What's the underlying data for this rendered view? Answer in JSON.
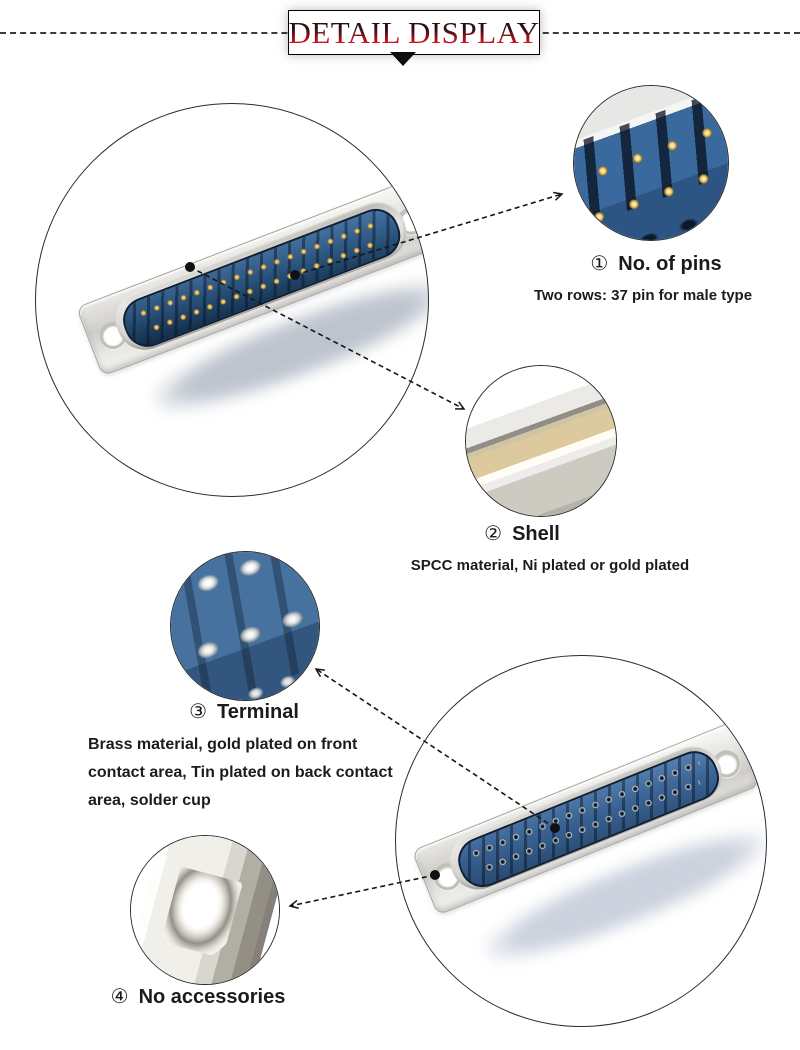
{
  "header": {
    "title": "DETAIL DISPLAY"
  },
  "callouts": [
    {
      "num": "①",
      "label": "No. of pins",
      "desc_lines": [
        "Two rows: 37 pin for male type"
      ]
    },
    {
      "num": "②",
      "label": "Shell",
      "desc_lines": [
        "SPCC material, Ni plated or gold plated"
      ]
    },
    {
      "num": "③",
      "label": "Terminal",
      "desc_lines": [
        "Brass material, gold plated on front",
        "contact area, Tin plated on back contact",
        "area, solder cup"
      ]
    },
    {
      "num": "④",
      "label": "No accessories",
      "desc_lines": []
    }
  ],
  "colors": {
    "title_red": "#d31523",
    "connector_blue": "#2c567f",
    "pin_gold": "#e3c36e",
    "shell_silver": "#d6d5d0",
    "line_black": "#161616"
  }
}
